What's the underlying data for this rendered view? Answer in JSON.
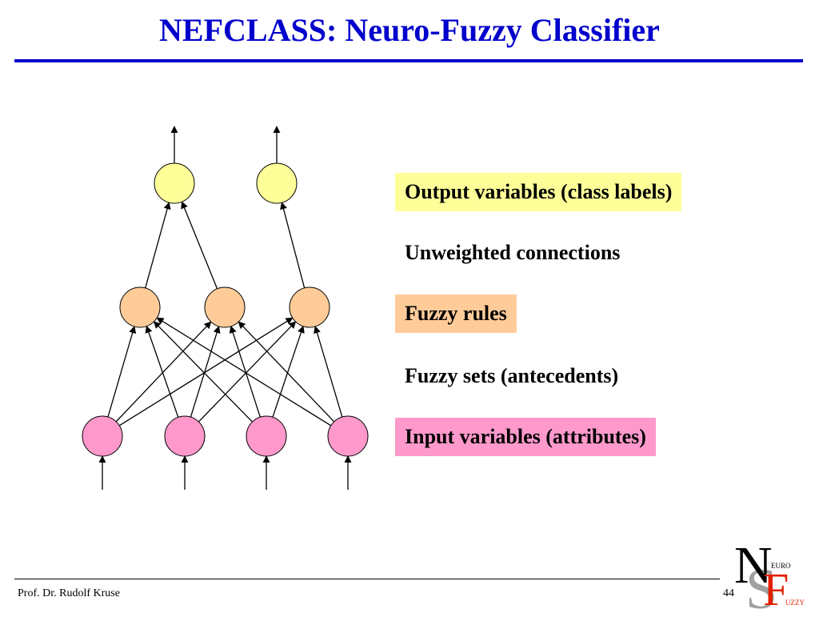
{
  "title": "NEFCLASS: Neuro-Fuzzy Classifier",
  "labels": {
    "output": "Output variables (class labels)",
    "connections": "Unweighted connections",
    "rules": "Fuzzy rules",
    "sets": "Fuzzy sets (antecedents)",
    "inputs": "Input variables (attributes)"
  },
  "colors": {
    "title": "#0000cc",
    "output_node": "#ffff99",
    "output_label_bg": "#ffff99",
    "rule_node": "#ffcc99",
    "rule_label_bg": "#ffcc99",
    "input_node": "#ff99cc",
    "input_label_bg": "#ff99cc"
  },
  "network": {
    "input_count": 4,
    "rule_count": 3,
    "output_count": 2,
    "input_to_rule": "all",
    "rule_to_output": [
      [
        0,
        0
      ],
      [
        1,
        0
      ],
      [
        2,
        1
      ]
    ]
  },
  "footer": {
    "author": "Prof. Dr. Rudolf Kruse",
    "page_number": "44"
  },
  "logo": {
    "n": "N",
    "s": "S",
    "f": "F",
    "euro": "EURO",
    "uzzy": "UZZY"
  }
}
